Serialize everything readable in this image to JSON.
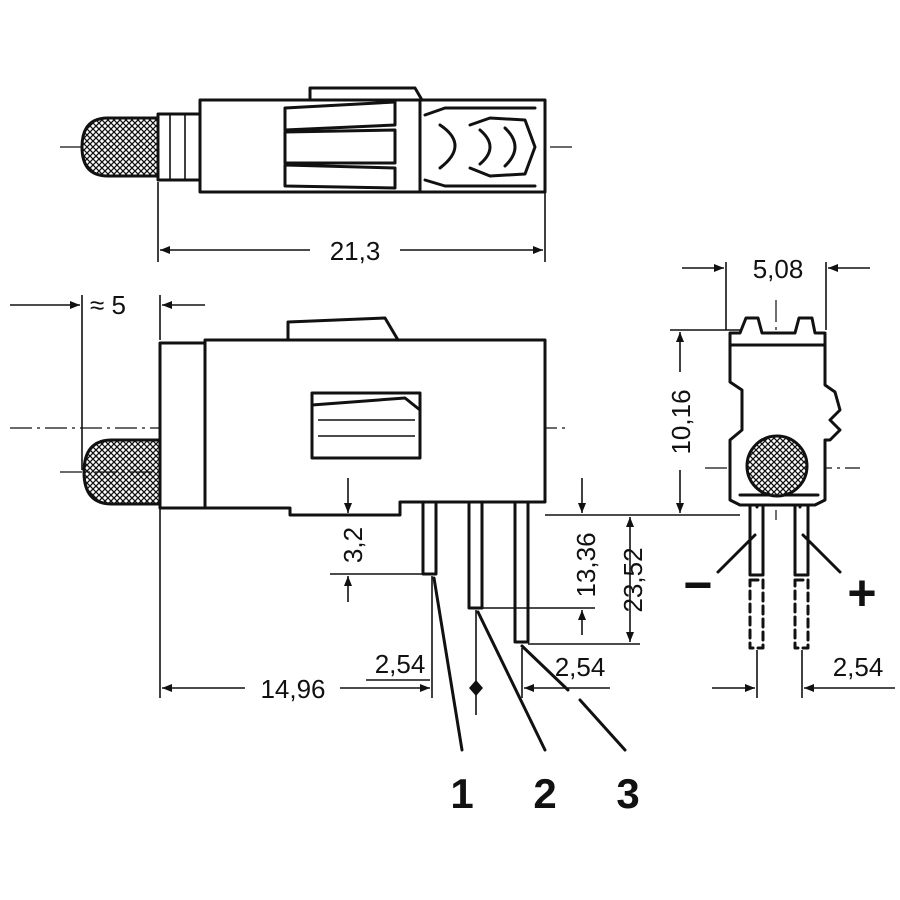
{
  "dimensions": {
    "overall_length": "21,3",
    "lens_projection": "≈ 5",
    "width": "5,08",
    "height": "10,16",
    "pin_step_height": "3,2",
    "pin_length_short": "13,36",
    "pin_length_long": "23,52",
    "pin1_offset": "14,96",
    "pitch_a": "2,54",
    "pitch_b": "2,54",
    "pitch_c": "2,54"
  },
  "pin_labels": [
    "1",
    "2",
    "3"
  ],
  "polarity": {
    "minus": "−",
    "plus": "+"
  },
  "colors": {
    "line": "#111111",
    "background": "#ffffff"
  }
}
